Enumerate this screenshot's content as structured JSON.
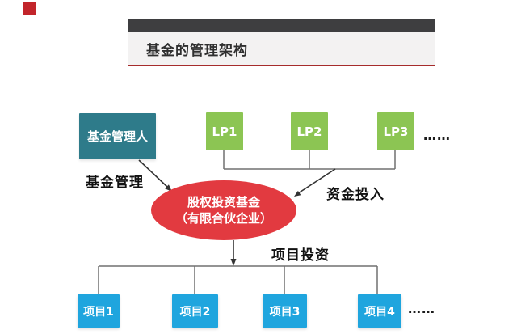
{
  "header": {
    "title": "基金的管理架构"
  },
  "diagram": {
    "manager": {
      "label": "基金管理人"
    },
    "lps": [
      {
        "label": "LP1"
      },
      {
        "label": "LP2"
      },
      {
        "label": "LP3"
      }
    ],
    "lp_ellipsis": "……",
    "fund": {
      "label_line1": "股权投资基金",
      "label_line2": "（有限合伙企业）"
    },
    "edge_labels": {
      "fund_management": "基金管理",
      "capital_input": "资金投入",
      "project_investment": "项目投资"
    },
    "projects": [
      {
        "label": "项目1"
      },
      {
        "label": "项目2"
      },
      {
        "label": "项目3"
      },
      {
        "label": "项目4"
      }
    ],
    "project_ellipsis": "……",
    "colors": {
      "corner_square": "#c2252b",
      "header_bar": "#3e3e40",
      "accent_red": "#a62c2c",
      "manager_box": "#2e7b8a",
      "lp_box": "#8cc553",
      "fund_ellipse": "#e23a40",
      "project_box": "#1fa5de"
    }
  }
}
